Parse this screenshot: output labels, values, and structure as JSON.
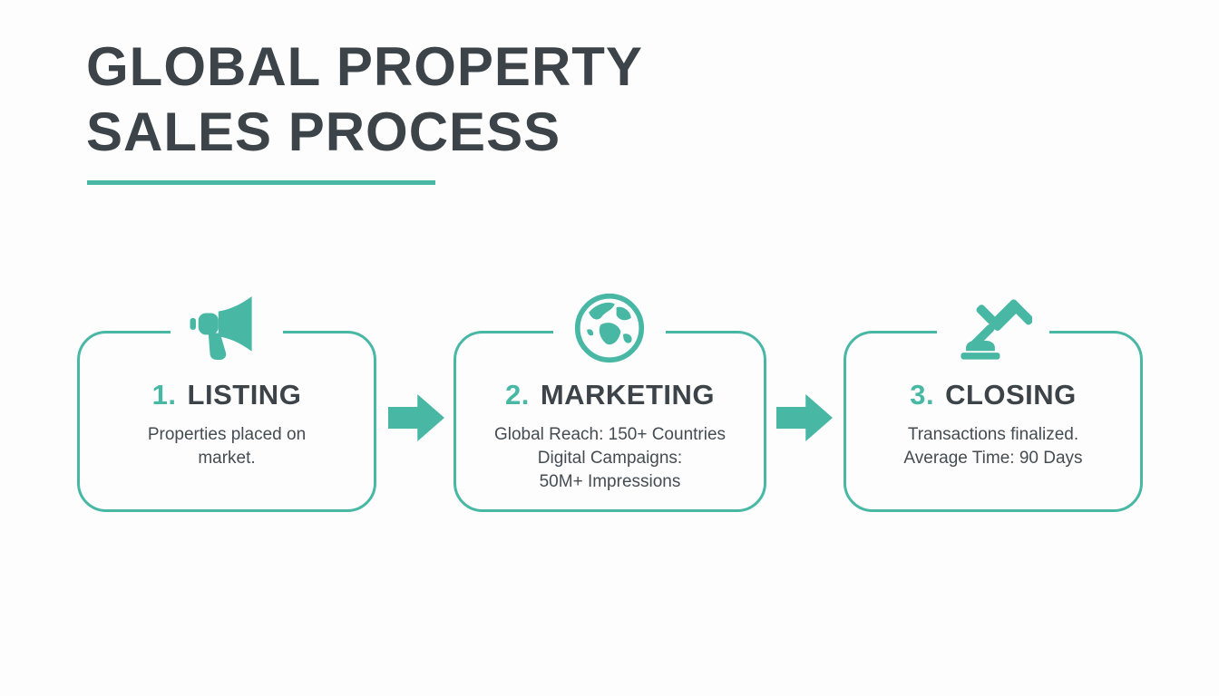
{
  "colors": {
    "accent": "#48b8a5",
    "text_dark": "#3d4449",
    "text_body": "#454c51",
    "bg": "#fdfdfd"
  },
  "title": {
    "line1": "GLOBAL PROPERTY",
    "line2": "SALES PROCESS"
  },
  "steps": [
    {
      "number": "1.",
      "label": "LISTING",
      "icon": "megaphone-icon",
      "description": "Properties placed on\nmarket."
    },
    {
      "number": "2.",
      "label": "MARKETING",
      "icon": "globe-icon",
      "description": "Global Reach: 150+ Countries\nDigital Campaigns:\n50M+ Impressions"
    },
    {
      "number": "3.",
      "label": "CLOSING",
      "icon": "gavel-icon",
      "description": "Transactions finalized.\nAverage Time: 90 Days"
    }
  ]
}
